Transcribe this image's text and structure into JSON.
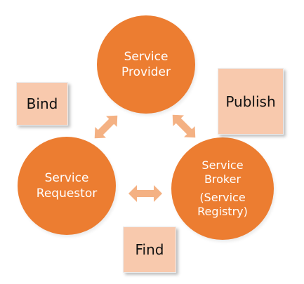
{
  "nodes": {
    "provider": {
      "lines": [
        "Service",
        "Provider"
      ]
    },
    "requestor": {
      "lines": [
        "Service",
        "Requestor"
      ]
    },
    "broker": {
      "lines": [
        "Service",
        "Broker",
        "(Service",
        "Registry)"
      ]
    }
  },
  "labels": {
    "bind": "Bind",
    "publish": "Publish",
    "find": "Find"
  },
  "colors": {
    "node_fill": "#ec7d31",
    "label_fill": "#f8c9ad",
    "arrow_fill": "#f4b183"
  }
}
